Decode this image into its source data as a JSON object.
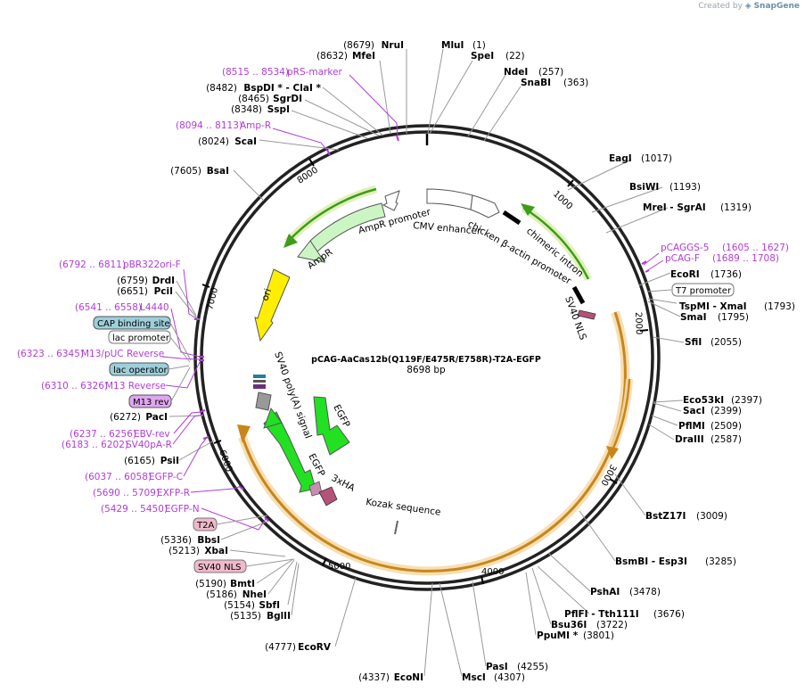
{
  "credit": {
    "prefix": "Created by",
    "brand": "SnapGene"
  },
  "plasmid": {
    "name": "pCAG-AaCas12b(Q119F/E475R/E758R)-T2A-EGFP",
    "length_label": "8698 bp",
    "length": 8698
  },
  "ticks": [
    "1000",
    "2000",
    "3000",
    "4000",
    "5000",
    "6000",
    "7000",
    "8000"
  ],
  "enzymes": [
    {
      "name": "NruI",
      "pos": "(8679)",
      "side": "left"
    },
    {
      "name": "MfeI",
      "pos": "(8632)",
      "side": "left"
    },
    {
      "name": "MluI",
      "pos": "(1)",
      "side": "right"
    },
    {
      "name": "SpeI",
      "pos": "(22)",
      "side": "right"
    },
    {
      "name": "NdeI",
      "pos": "(257)",
      "side": "right"
    },
    {
      "name": "SnaBI",
      "pos": "(363)",
      "side": "right"
    },
    {
      "name": "BspDI * - ClaI *",
      "pos": "(8482)",
      "side": "left"
    },
    {
      "name": "SgrDI",
      "pos": "(8465)",
      "side": "left"
    },
    {
      "name": "SspI",
      "pos": "(8348)",
      "side": "left"
    },
    {
      "name": "ScaI",
      "pos": "(8024)",
      "side": "left"
    },
    {
      "name": "BsaI",
      "pos": "(7605)",
      "side": "left"
    },
    {
      "name": "EagI",
      "pos": "(1017)",
      "side": "right"
    },
    {
      "name": "BsiWI",
      "pos": "(1193)",
      "side": "right"
    },
    {
      "name": "MreI - SgrAI",
      "pos": "(1319)",
      "side": "right"
    },
    {
      "name": "EcoRI",
      "pos": "(1736)",
      "side": "right"
    },
    {
      "name": "TspMI - XmaI",
      "pos": "(1793)",
      "side": "right"
    },
    {
      "name": "SmaI",
      "pos": "(1795)",
      "side": "right"
    },
    {
      "name": "SfiI",
      "pos": "(2055)",
      "side": "right"
    },
    {
      "name": "Eco53kI",
      "pos": "(2397)",
      "side": "right"
    },
    {
      "name": "SacI",
      "pos": "(2399)",
      "side": "right"
    },
    {
      "name": "PflMI",
      "pos": "(2509)",
      "side": "right"
    },
    {
      "name": "DraIII",
      "pos": "(2587)",
      "side": "right"
    },
    {
      "name": "BstZ17I",
      "pos": "(3009)",
      "side": "right"
    },
    {
      "name": "BsmBI - Esp3I",
      "pos": "(3285)",
      "side": "right"
    },
    {
      "name": "PshAI",
      "pos": "(3478)",
      "side": "right"
    },
    {
      "name": "PflFI - Tth111I",
      "pos": "(3676)",
      "side": "right"
    },
    {
      "name": "Bsu36I",
      "pos": "(3722)",
      "side": "right"
    },
    {
      "name": "PpuMI *",
      "pos": "(3801)",
      "side": "right"
    },
    {
      "name": "PasI",
      "pos": "(4255)",
      "side": "right"
    },
    {
      "name": "MscI",
      "pos": "(4307)",
      "side": "right"
    },
    {
      "name": "EcoNI",
      "pos": "(4337)",
      "side": "left"
    },
    {
      "name": "EcoRV",
      "pos": "(4777)",
      "side": "left"
    },
    {
      "name": "BglII",
      "pos": "(5135)",
      "side": "left"
    },
    {
      "name": "SbfI",
      "pos": "(5154)",
      "side": "left"
    },
    {
      "name": "NheI",
      "pos": "(5186)",
      "side": "left"
    },
    {
      "name": "BmtI",
      "pos": "(5190)",
      "side": "left"
    },
    {
      "name": "XbaI",
      "pos": "(5213)",
      "side": "left"
    },
    {
      "name": "BbsI",
      "pos": "(5336)",
      "side": "left"
    },
    {
      "name": "PsiI",
      "pos": "(6165)",
      "side": "left"
    },
    {
      "name": "PacI",
      "pos": "(6272)",
      "side": "left"
    },
    {
      "name": "PciI",
      "pos": "(6651)",
      "side": "left"
    },
    {
      "name": "DrdI",
      "pos": "(6759)",
      "side": "left"
    }
  ],
  "primers": [
    {
      "name": "pRS-marker",
      "range": "(8515 .. 8534)"
    },
    {
      "name": "Amp-R",
      "range": "(8094 .. 8113)"
    },
    {
      "name": "pCAGGS-5",
      "range": "(1605 .. 1627)"
    },
    {
      "name": "pCAG-F",
      "range": "(1689 .. 1708)"
    },
    {
      "name": "pBR322ori-F",
      "range": "(6792 .. 6811)"
    },
    {
      "name": "L4440",
      "range": "(6541 .. 6558)"
    },
    {
      "name": "M13/pUC Reverse",
      "range": "(6323 .. 6345)"
    },
    {
      "name": "M13 Reverse",
      "range": "(6310 .. 6326)"
    },
    {
      "name": "EBV-rev",
      "range": "(6237 .. 6256)"
    },
    {
      "name": "SV40pA-R",
      "range": "(6183 .. 6202)"
    },
    {
      "name": "EGFP-C",
      "range": "(6037 .. 6058)"
    },
    {
      "name": "EXFP-R",
      "range": "(5690 .. 5709)"
    },
    {
      "name": "EGFP-N",
      "range": "(5429 .. 5450)"
    }
  ],
  "boxed_labels": [
    {
      "name": "T7 promoter",
      "style": "white"
    },
    {
      "name": "CAP binding site",
      "style": "blue"
    },
    {
      "name": "lac promoter",
      "style": "white"
    },
    {
      "name": "lac operator",
      "style": "blue"
    },
    {
      "name": "M13 rev",
      "style": "purple"
    },
    {
      "name": "T2A",
      "style": "pink"
    },
    {
      "name": "SV40 NLS",
      "style": "pink"
    }
  ],
  "feature_labels": {
    "ampr_promoter": "AmpR promoter",
    "ampr": "AmpR",
    "ori": "ori",
    "cmv": "CMV enhancer",
    "chicken": "chicken β-actin promoter",
    "chimeric": "chimeric intron",
    "sv40nls": "SV40 NLS",
    "sv40polya": "SV40 poly(A) signal",
    "egfp1": "EGFP",
    "egfp2": "EGFP",
    "threexha": "3xHA",
    "kozak": "Kozak sequence"
  },
  "colors": {
    "primer": "#b03cd8",
    "cds_orange": "#c8861a",
    "ampr_fill": "#ccf5c4",
    "egfp_fill": "#22e022",
    "ori_fill": "#ffee00",
    "blue_box": "#9ecfdb",
    "purple_box": "#e0a6f0",
    "pink_box": "#f0b9cc"
  }
}
